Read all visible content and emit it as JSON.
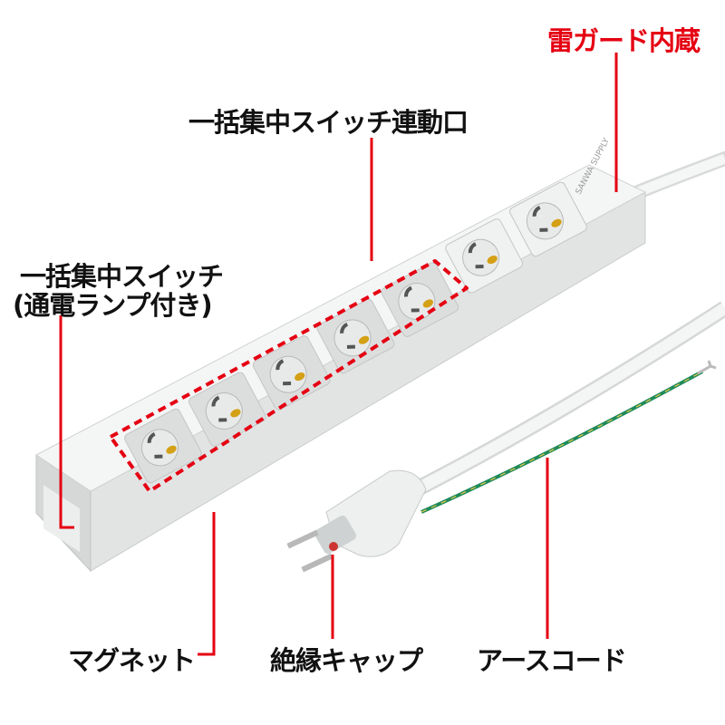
{
  "labels": {
    "lightning_guard": "雷ガード内蔵",
    "linked_outlets": "一括集中スイッチ連動口",
    "master_switch_line1": "一括集中スイッチ",
    "master_switch_line2": "(通電ランプ付き)",
    "magnet": "マグネット",
    "insulation_cap": "絶縁キャップ",
    "earth_cord": "アースコード"
  },
  "colors": {
    "callout_red": "#e50012",
    "label_black": "#111111",
    "product_white": "#f2f3f3",
    "earth_wire_green": "#1f8a5b"
  },
  "product": {
    "brand_mark": "SANWA SUPPLY",
    "outlet_count": 7,
    "linked_outlet_count": 5
  }
}
